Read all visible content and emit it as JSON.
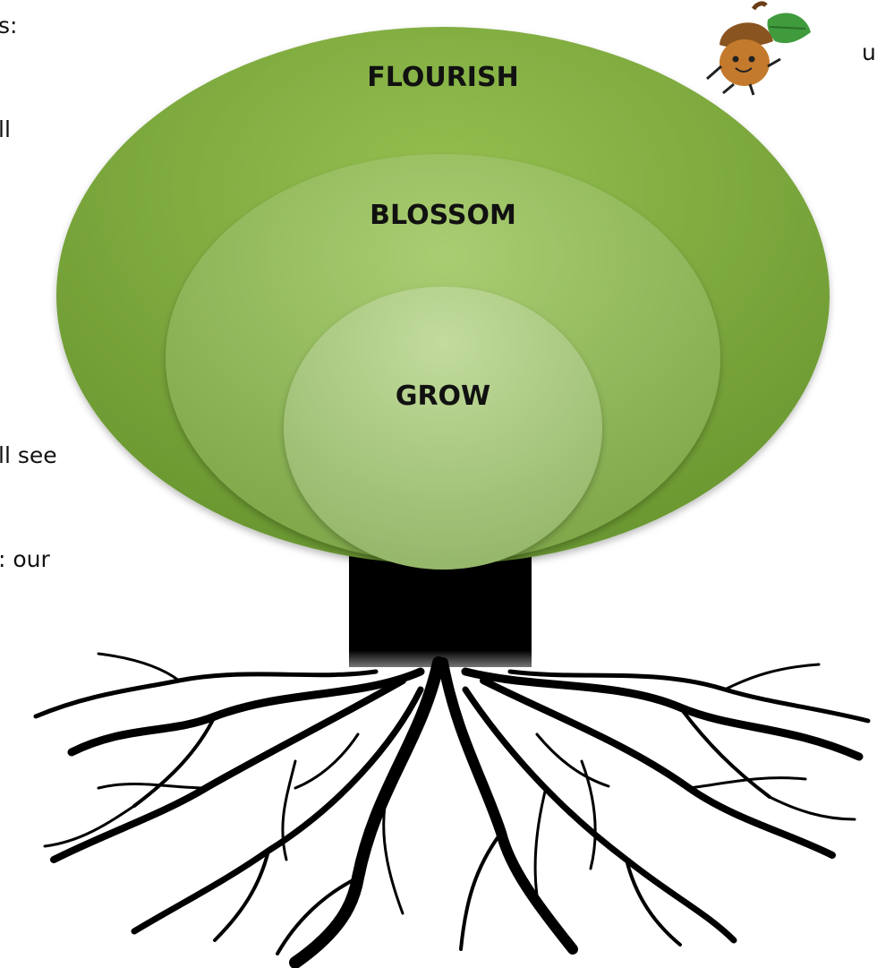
{
  "diagram": {
    "levels": [
      {
        "label": "FLOURISH",
        "fill": "#7aa73a"
      },
      {
        "label": "BLOSSOM",
        "fill": "#98bd5c"
      },
      {
        "label": "GROW",
        "fill": "#b5d08a"
      }
    ],
    "trunk_color": "#000000",
    "root_color": "#000000"
  },
  "cut_text": {
    "line1": "s:",
    "line2": "ll",
    "line3": "ll see",
    "line4": ": our",
    "right": "u"
  },
  "mascot": {
    "icon": "acorn-mascot-icon",
    "colors": {
      "cap": "#8a5420",
      "body": "#c47a2c",
      "leaf": "#3f9b3c"
    }
  }
}
